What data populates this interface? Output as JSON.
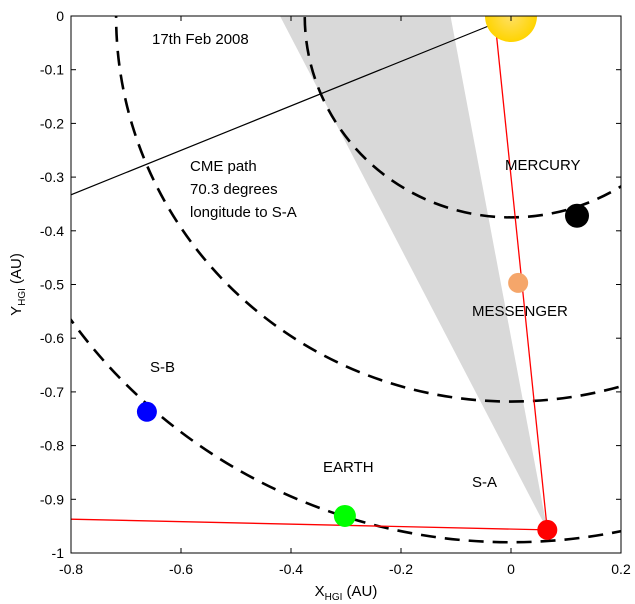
{
  "chart_data": {
    "type": "scatter",
    "title": "",
    "xlabel": {
      "main": "X",
      "sub": "HGI",
      "unit": " (AU)"
    },
    "ylabel": {
      "main": "Y",
      "sub": "HGI",
      "unit": " (AU)"
    },
    "xlim": [
      -0.8,
      0.2
    ],
    "ylim": [
      -1.0,
      0.0
    ],
    "x_ticks": [
      "-0.8",
      "-0.6",
      "-0.4",
      "-0.2",
      "0",
      "0.2"
    ],
    "y_ticks": [
      "0",
      "-0.1",
      "-0.2",
      "-0.3",
      "-0.4",
      "-0.5",
      "-0.6",
      "-0.7",
      "-0.8",
      "-0.9",
      "-1"
    ],
    "grid": false,
    "annotations": {
      "date": "17th Feb 2008",
      "cme_lines": [
        "CME path",
        "70.3 degrees",
        "longitude to S-A"
      ]
    },
    "sun": {
      "x": 0.0,
      "y": 0.0,
      "color": "#ffd400"
    },
    "bodies": [
      {
        "name": "MERCURY",
        "x": 0.12,
        "y": -0.372,
        "color": "#000000"
      },
      {
        "name": "MESSENGER",
        "x": 0.013,
        "y": -0.497,
        "color": "#f5a66a"
      },
      {
        "name": "S-B",
        "x": -0.662,
        "y": -0.737,
        "color": "#0000ff"
      },
      {
        "name": "EARTH",
        "x": -0.302,
        "y": -0.931,
        "color": "#00ff00"
      },
      {
        "name": "S-A",
        "x": 0.066,
        "y": -0.957,
        "color": "#ff0000"
      }
    ],
    "orbits": [
      {
        "radius": 0.375
      },
      {
        "radius": 0.718
      },
      {
        "radius": 0.98
      }
    ],
    "cme_path": {
      "x": [
        -0.8,
        -0.02
      ],
      "y": [
        -0.333,
        -0.01
      ],
      "color": "#000000"
    },
    "sa_sun_line": {
      "x": [
        -0.03,
        0.066
      ],
      "y": [
        0.0,
        -0.957
      ],
      "color": "#ff0000"
    },
    "sa_earth_line": {
      "x": [
        -0.8,
        0.066
      ],
      "y": [
        -0.937,
        -0.957
      ],
      "color": "#ff0000"
    },
    "shaded_region": {
      "x": [
        -0.42,
        -0.11,
        0.066
      ],
      "y": [
        0.0,
        0.0,
        -0.957
      ],
      "color": "#d9d9d9"
    }
  }
}
